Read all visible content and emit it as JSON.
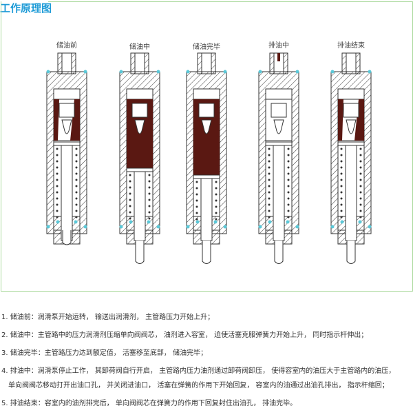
{
  "title": "工作原理图",
  "stages": [
    {
      "label": "储油前",
      "oil_fill": 0.3,
      "rod_extended": false
    },
    {
      "label": "储油中",
      "oil_fill": 0.75,
      "rod_extended": true
    },
    {
      "label": "储油完毕",
      "oil_fill": 1.0,
      "rod_extended": true
    },
    {
      "label": "排油中",
      "oil_fill": 0.05,
      "rod_extended": true
    },
    {
      "label": "排油结束",
      "oil_fill": 0.3,
      "rod_extended": true
    }
  ],
  "colors": {
    "oil": "#5a1812",
    "seal": "#5bc8d8",
    "title": "#1e9bd7",
    "frame": "#a8d89a"
  },
  "steps": [
    {
      "text": "1. 储油前：润滑泵开始运转， 输送出润滑剂， 主管路压力开始上升；"
    },
    {
      "text": "2. 储油中：主管路中的压力润滑剂压缩单向阀阀芯， 油剂进入容室， 迫使活塞克服弹簧力开始上升， 同时指示杆伸出；"
    },
    {
      "text": "3. 储油完毕：主管路压力达到额定值， 活塞移至底部， 储油完毕；"
    },
    {
      "text": "4. 排油中：润滑泵停止工作， 其卸荷阀自行开启， 主管路内压力油剂通过卸荷阀卸压， 使得容室内的油压大于主管路内的油压，",
      "cont": "单向阀阀芯移动打开出油口孔， 并关闭进油口， 活塞在弹簧的作用下开始回复， 容室内的油通过出油孔排出， 指示杆缩回；"
    },
    {
      "text": "5. 排油结束：容室内的油剂排完后， 单向阀阀芯在弹簧力的作用下回复封住出油孔， 排油完毕。"
    }
  ]
}
